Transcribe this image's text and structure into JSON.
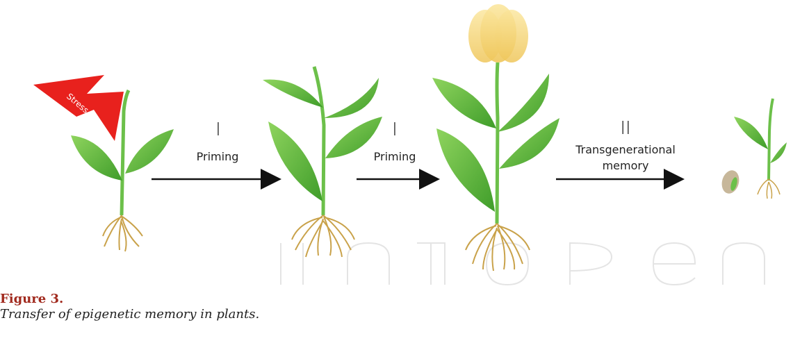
{
  "figure": {
    "stress_label": "Stress",
    "steps": [
      {
        "numeral": "I",
        "label": "Priming"
      },
      {
        "numeral": "I",
        "label": "Priming"
      },
      {
        "numeral": "II",
        "label_line1": "Transgenerational",
        "label_line2": "memory"
      }
    ],
    "caption_title": "Figure 3.",
    "caption_text": "Transfer of epigenetic memory in plants."
  },
  "colors": {
    "leaf": "#5cb83a",
    "leaf_light": "#8fd45e",
    "stem": "#6cc04a",
    "root": "#c9a24a",
    "flower": "#f7d77a",
    "stress": "#e8211d",
    "arrow": "#111111"
  }
}
